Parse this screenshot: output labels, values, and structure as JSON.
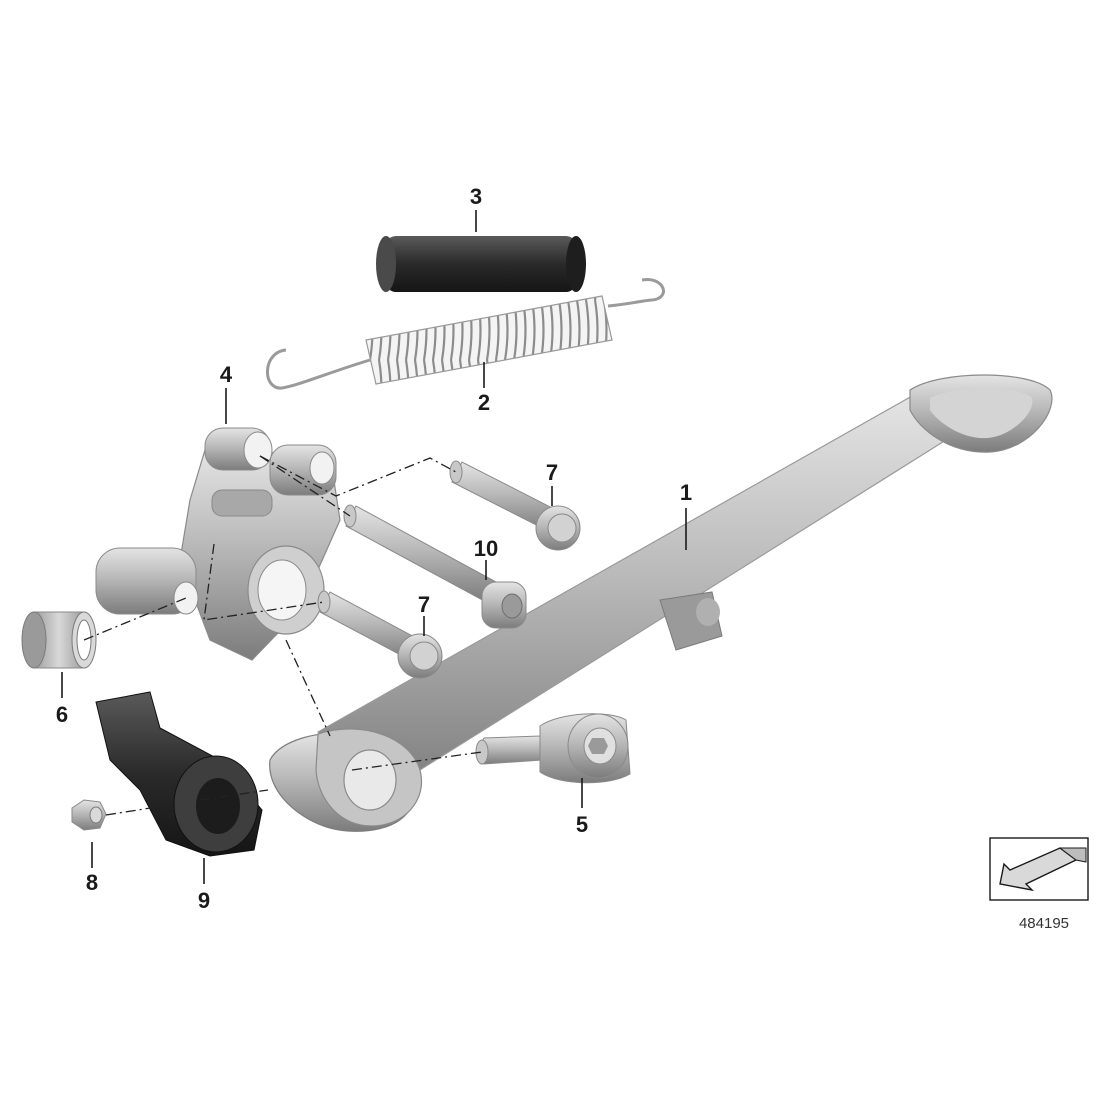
{
  "diagram": {
    "reference_number": "484195",
    "parts": [
      {
        "id": "1",
        "label": "1"
      },
      {
        "id": "2",
        "label": "2"
      },
      {
        "id": "3",
        "label": "3"
      },
      {
        "id": "4",
        "label": "4"
      },
      {
        "id": "5",
        "label": "5"
      },
      {
        "id": "6",
        "label": "6"
      },
      {
        "id": "7a",
        "label": "7"
      },
      {
        "id": "7b",
        "label": "7"
      },
      {
        "id": "8",
        "label": "8"
      },
      {
        "id": "9",
        "label": "9"
      },
      {
        "id": "10",
        "label": "10"
      }
    ]
  },
  "colors": {
    "metal": "#b8b8b8",
    "metal_dark": "#8a8a8a",
    "rubber": "#2e2e2e",
    "line": "#1a1a1a"
  }
}
